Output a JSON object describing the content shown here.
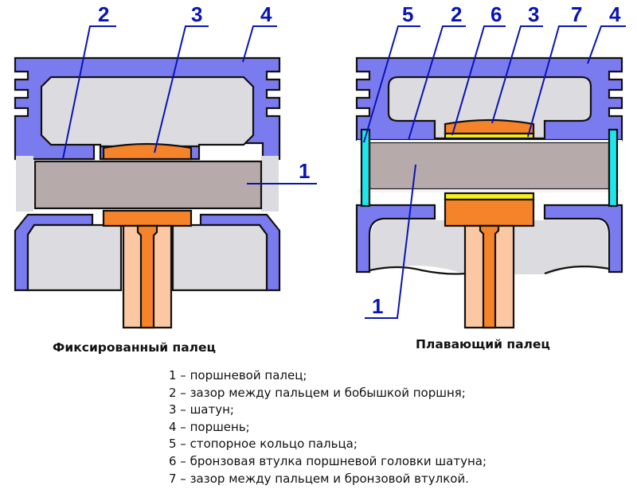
{
  "colors": {
    "piston": "#7b7bf0",
    "cavity": "#dcdce0",
    "pin": "#b7aaaa",
    "rod": "#f5832a",
    "rod_light": "#fbc8a3",
    "bushing": "#f8f01a",
    "circlip": "#1ee6ea",
    "leader": "#0a14b4",
    "outline": "#111111"
  },
  "left_diagram": {
    "caption": "Фиксированный палец",
    "callouts": [
      "2",
      "3",
      "4",
      "1"
    ]
  },
  "right_diagram": {
    "caption": "Плавающий палец",
    "callouts": [
      "5",
      "2",
      "6",
      "3",
      "7",
      "4",
      "1"
    ]
  },
  "legend": [
    "1 – поршневой палец;",
    "2 – зазор между пальцем и бобышкой поршня;",
    "3 – шатун;",
    "4 – поршень;",
    "5 – стопорное кольцо пальца;",
    "6 – бронзовая втулка поршневой головки шатуна;",
    "7 – зазор между пальцем и бронзовой втулкой."
  ]
}
